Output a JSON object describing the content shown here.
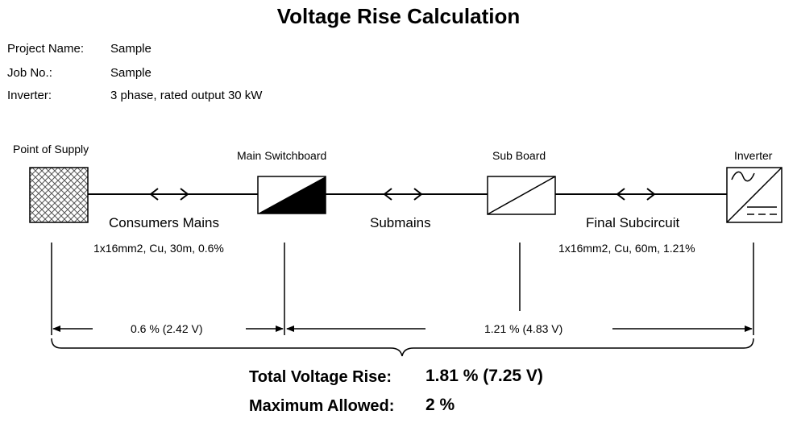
{
  "title": "Voltage Rise Calculation",
  "info": [
    {
      "label": "Project Name:",
      "value": "Sample"
    },
    {
      "label": "Job No.:",
      "value": "Sample"
    },
    {
      "label": "Inverter:",
      "value": "3 phase, rated output 30 kW"
    }
  ],
  "nodes": {
    "supply": "Point of Supply",
    "main_switchboard": "Main Switchboard",
    "sub_board": "Sub Board",
    "inverter": "Inverter"
  },
  "segments": {
    "consumers_mains": {
      "name": "Consumers Mains",
      "spec": "1x16mm2, Cu, 30m, 0.6%"
    },
    "submains": {
      "name": "Submains"
    },
    "final_subcircuit": {
      "name": "Final Subcircuit",
      "spec": "1x16mm2, Cu, 60m, 1.21%"
    }
  },
  "drops": {
    "first": "0.6 % (2.42 V)",
    "second": "1.21 % (4.83 V)"
  },
  "summary": {
    "total_label": "Total Voltage Rise:",
    "total_value": "1.81 % (7.25 V)",
    "max_label": "Maximum Allowed:",
    "max_value": "2 %"
  }
}
